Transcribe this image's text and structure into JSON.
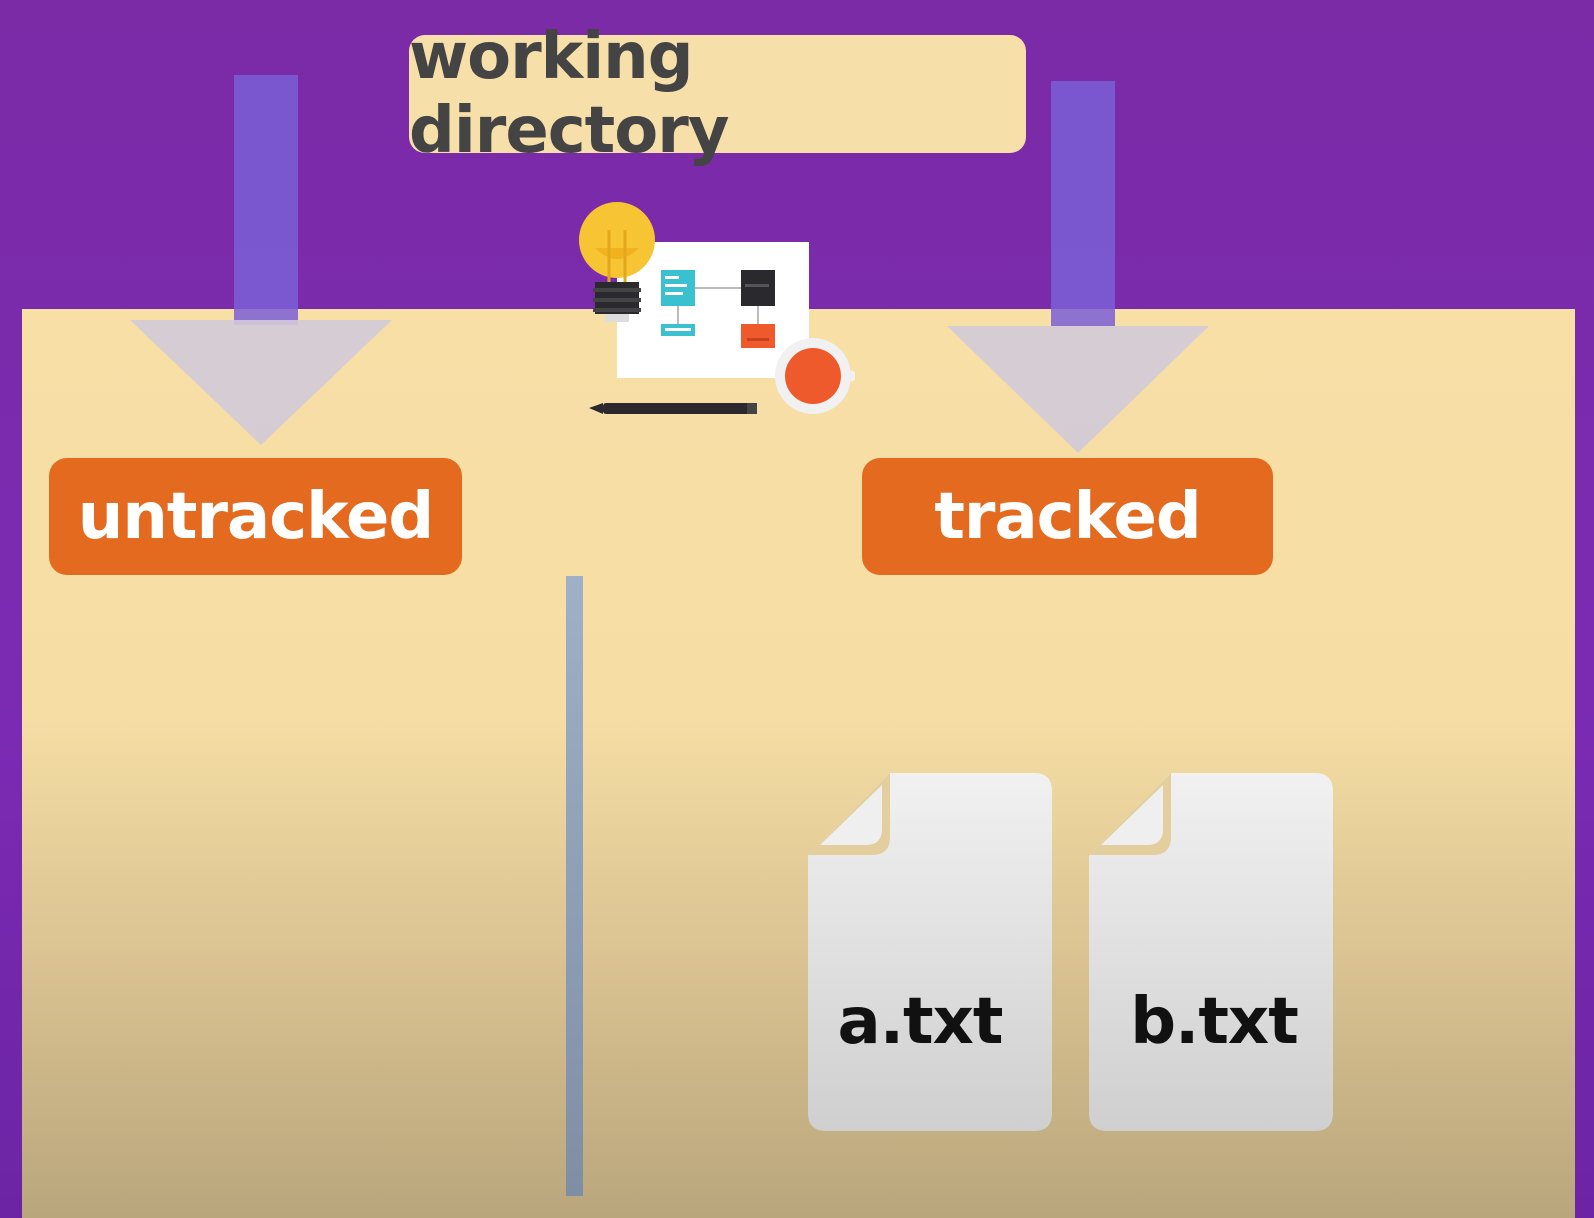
{
  "diagram": {
    "title": "working directory",
    "left_label": "untracked",
    "right_label": "tracked",
    "files": [
      {
        "name": "a.txt"
      },
      {
        "name": "b.txt"
      }
    ]
  },
  "colors": {
    "background": "#7a2bb3",
    "panel": "#f6dfa8",
    "tag": "#e36a1f",
    "tag_text": "#ffffff",
    "title_text": "#444444",
    "arrow": "#7b5fd6",
    "divider": "#8c9bb2",
    "file": "#e2e2e2"
  },
  "icons": {
    "illustration": "idea-planning-icon",
    "arrow": "down-arrow-icon",
    "file": "document-icon"
  }
}
